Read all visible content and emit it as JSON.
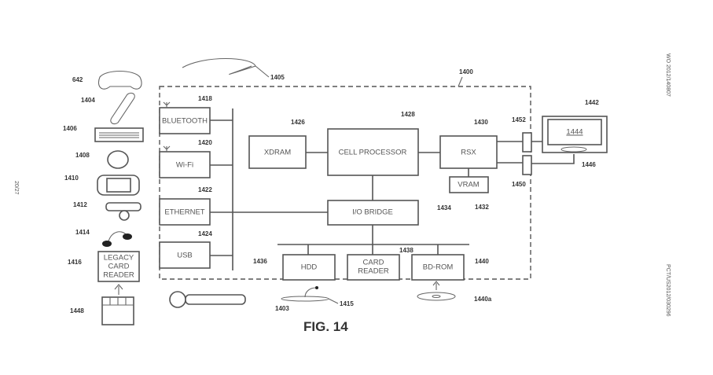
{
  "figure": {
    "title": "FIG. 14",
    "system_ref": "1400",
    "side_left": "20/27",
    "side_right_top": "WO 2012/140807",
    "side_right_bottom": "PCT/US2012/030296"
  },
  "devices": {
    "gamepad": "642",
    "remote": "1404",
    "keyboard": "1406",
    "mouse": "1408",
    "handheld": "1410",
    "camera": "1412",
    "headset": "1414",
    "legacy_reader_ref": "1416",
    "legacy_reader_label": [
      "LEGACY",
      "CARD",
      "READER"
    ],
    "memory_card": "1448",
    "wand": "1403",
    "light_indicator": "1405",
    "microphone": "1415",
    "disc": "1440a"
  },
  "interfaces": [
    {
      "ref": "1418",
      "label": "BLUETOOTH"
    },
    {
      "ref": "1420",
      "label": "Wi-Fi"
    },
    {
      "ref": "1422",
      "label": "ETHERNET"
    },
    {
      "ref": "1424",
      "label": "USB"
    }
  ],
  "components": {
    "xdram": {
      "ref": "1426",
      "label": "XDRAM"
    },
    "cell": {
      "ref": "1428",
      "label": "CELL PROCESSOR"
    },
    "rsx": {
      "ref": "1430",
      "label": "RSX"
    },
    "vram": {
      "ref": "1432",
      "label": "VRAM"
    },
    "io_bridge": {
      "ref": "1434",
      "label": "I/O BRIDGE"
    },
    "hdd": {
      "ref": "1436",
      "label": "HDD"
    },
    "card_reader": {
      "ref": "1438",
      "label": [
        "CARD",
        "READER"
      ]
    },
    "bd_rom": {
      "ref": "1440",
      "label": "BD-ROM"
    }
  },
  "display": {
    "tv": "1442",
    "screen": "1444",
    "speaker": "1446",
    "port_video": "1452",
    "port_audio": "1450"
  }
}
